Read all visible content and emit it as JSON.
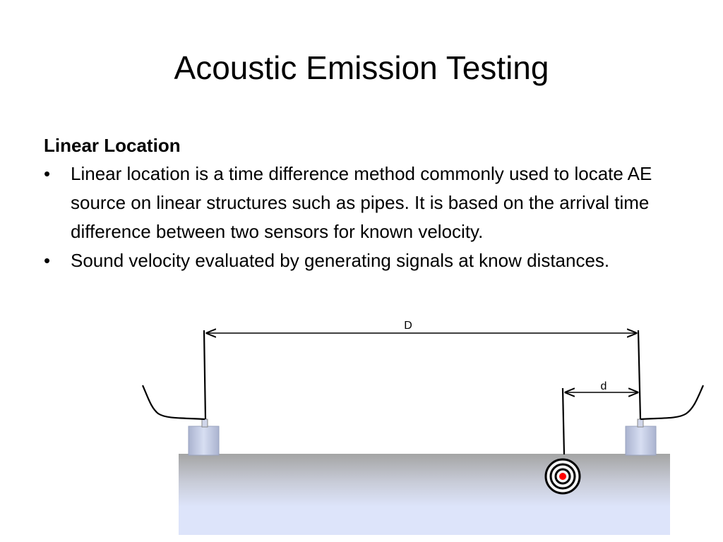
{
  "slide": {
    "title": "Acoustic Emission Testing",
    "subheading": "Linear Location",
    "bullets": [
      "Linear location is a time difference method commonly used to locate AE source on linear structures such as pipes. It is based on the arrival time difference between two sensors for known velocity.",
      "Sound velocity evaluated by generating signals at know distances."
    ],
    "bullet_glyph": "•"
  },
  "diagram": {
    "distance_label_D": "D",
    "distance_label_d": "d",
    "colors": {
      "pipe_light": "#dde4fa",
      "pipe_dark": "#a4a4a4",
      "sensor_fill": "#c5cde6",
      "source_center": "#ff0000",
      "lines": "#000000"
    }
  }
}
